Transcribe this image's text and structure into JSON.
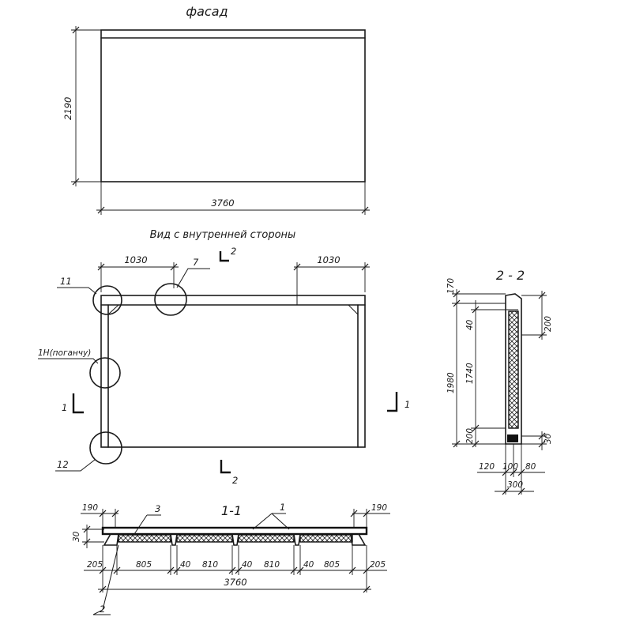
{
  "views": {
    "facade_title": "фасад",
    "inner_view_title": "Вид с внутренней стороны",
    "section_22_title": "2 - 2",
    "section_11_title": "1-1"
  },
  "facade": {
    "height_dim": "2190",
    "width_dim": "3760"
  },
  "inner_view": {
    "dim_left": "1030",
    "dim_right": "1030",
    "callout_7": "7",
    "callout_11": "11",
    "callout_12": "12",
    "callout_loop": "1Н(поганчу)",
    "cut_22_top": "2",
    "cut_22_bottom": "2",
    "cut_11_left": "1",
    "cut_11_right": "1"
  },
  "section_22": {
    "dims_left": [
      "170",
      "40",
      "1740",
      "1980",
      "200"
    ],
    "dims_right": [
      "200",
      "30"
    ],
    "dims_bottom": [
      "120",
      "100",
      "80"
    ],
    "dim_total": "300"
  },
  "section_11": {
    "top_left": "190",
    "top_right": "190",
    "left_side": "30",
    "callout_3": "3",
    "callout_1": "1",
    "callout_2": "2",
    "bottom_segments": [
      "205",
      "805",
      "40",
      "810",
      "40",
      "810",
      "40",
      "805",
      "205"
    ],
    "total": "3760"
  }
}
